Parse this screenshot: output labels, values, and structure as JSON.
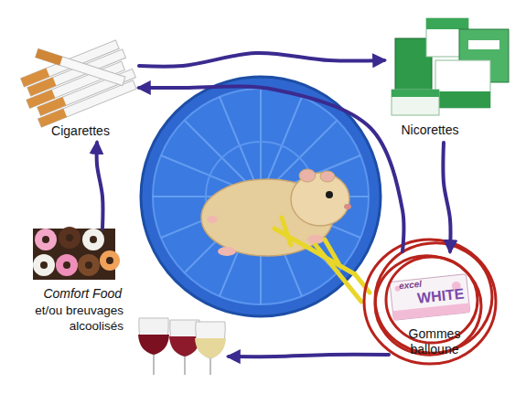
{
  "diagram": {
    "nodes": [
      {
        "text": [
          "Cigarettes"
        ]
      },
      {
        "text": [
          "Nicorettes"
        ]
      },
      {
        "text": [
          "Gommes balloune"
        ]
      },
      {
        "text": [
          "Comfort Food",
          "et/ou breuvages alcoolisés"
        ]
      }
    ],
    "edges": [
      {
        "from": 0,
        "to": 1,
        "arrow": "to"
      },
      {
        "from": 1,
        "to": 2,
        "arrow": "to"
      },
      {
        "from": 2,
        "to": 0,
        "arrow": "to"
      },
      {
        "from": 2,
        "to": 3,
        "arrow": "to"
      },
      {
        "from": 3,
        "to": 0,
        "arrow": "to"
      }
    ],
    "labels": [
      "excel",
      "WHITE"
    ]
  }
}
